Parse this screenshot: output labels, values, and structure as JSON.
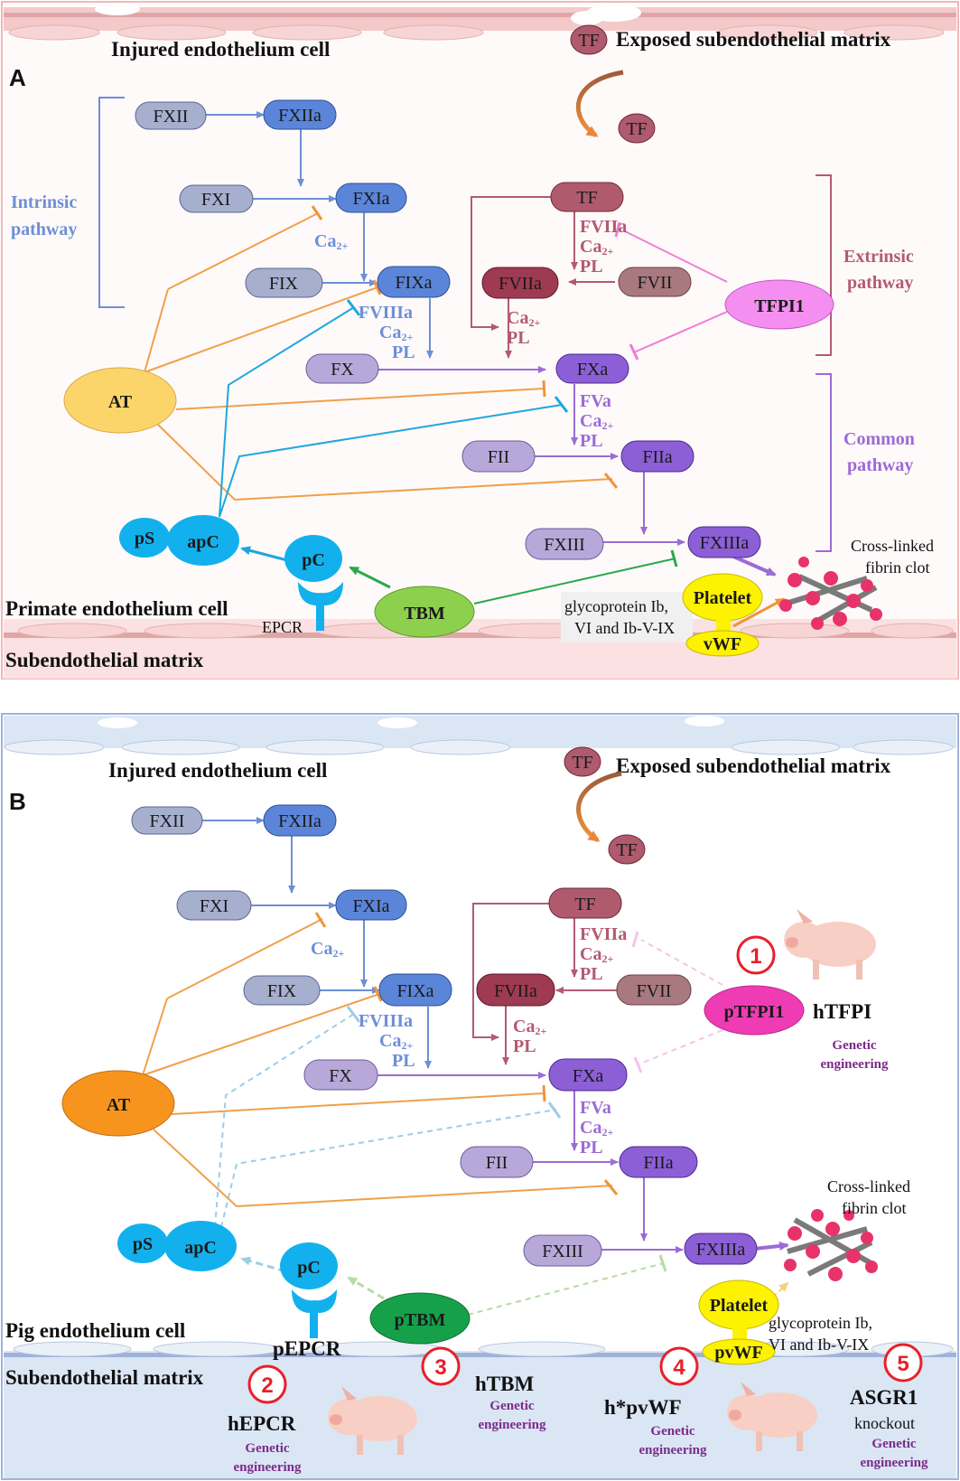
{
  "panel_a": {
    "letter": "A",
    "injured_cell": "Injured endothelium cell",
    "exposed_matrix": "Exposed subendothelial matrix",
    "intrinsic_1": "Intrinsic",
    "intrinsic_2": "pathway",
    "extrinsic_1": "Extrinsic",
    "extrinsic_2": "pathway",
    "common_1": "Common",
    "common_2": "pathway",
    "primate_cell": "Primate endothelium cell",
    "subendo_matrix": "Subendothelial matrix",
    "epcr": "EPCR",
    "tfpi": "TFPI1",
    "tbm": "TBM",
    "gp_1": "glycoprotein Ib,",
    "gp_2": "VI and Ib-V-IX",
    "platelet": "Platelet",
    "vwf": "vWF",
    "clot_1": "Cross-linked",
    "clot_2": "fibrin clot"
  },
  "panel_b": {
    "letter": "B",
    "injured_cell": "Injured endothelium cell",
    "exposed_matrix": "Exposed subendothelial matrix",
    "pig_cell": "Pig endothelium cell",
    "subendo_matrix": "Subendothelial matrix",
    "pepcr": "pEPCR",
    "ptfpi": "pTFPI1",
    "htfpi": "hTFPI",
    "ptbm": "pTBM",
    "htbm": "hTBM",
    "hepcr": "hEPCR",
    "hpvwf": "h*pvWF",
    "asgr1": "ASGR1",
    "knockout": "knockout",
    "genetic": "Genetic",
    "engineering": "engineering",
    "gp_1": "glycoprotein Ib,",
    "gp_2": "VI and Ib-V-IX",
    "platelet": "Platelet",
    "pvwf": "pvWF",
    "clot_1": "Cross-linked",
    "clot_2": "fibrin clot",
    "num_1": "1",
    "num_2": "2",
    "num_3": "3",
    "num_4": "4",
    "num_5": "5"
  },
  "factors": {
    "fxii": "FXII",
    "fxiia": "FXIIa",
    "fxi": "FXI",
    "fxia": "FXIa",
    "fix": "FIX",
    "fixa": "FIXa",
    "fx": "FX",
    "fxa": "FXa",
    "fii": "FII",
    "fiia": "FIIa",
    "fxiii": "FXIII",
    "fxiiia": "FXIIIa",
    "tf": "TF",
    "fviia": "FVIIa",
    "fvii": "FVII",
    "at": "AT",
    "ps": "pS",
    "apc": "apC",
    "pc": "pC"
  },
  "cofactors": {
    "ca": "Ca",
    "ca_sup": "2+",
    "pl": "PL",
    "fviiia": "FVIIIa",
    "fva": "FVa",
    "fviia": "FVIIa"
  }
}
